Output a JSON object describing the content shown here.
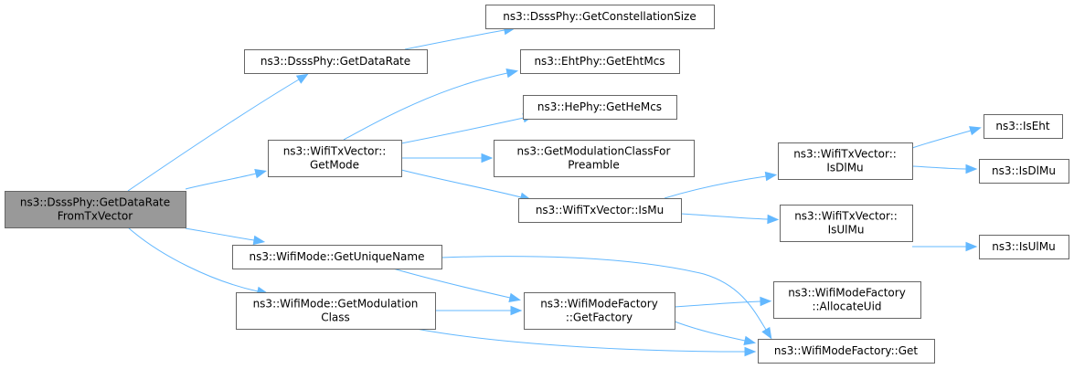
{
  "nodes": [
    {
      "id": "root",
      "lines": [
        "ns3::DsssPhy::GetDataRate",
        "FromTxVector"
      ],
      "root": true
    },
    {
      "id": "getdatarate",
      "lines": [
        "ns3::DsssPhy::GetDataRate"
      ]
    },
    {
      "id": "constsize",
      "lines": [
        "ns3::DsssPhy::GetConstellationSize"
      ]
    },
    {
      "id": "getmode",
      "lines": [
        "ns3::WifiTxVector::",
        "GetMode"
      ]
    },
    {
      "id": "ehtmcs",
      "lines": [
        "ns3::EhtPhy::GetEhtMcs"
      ]
    },
    {
      "id": "hemcs",
      "lines": [
        "ns3::HePhy::GetHeMcs"
      ]
    },
    {
      "id": "modclass",
      "lines": [
        "ns3::GetModulationClassFor",
        "Preamble"
      ]
    },
    {
      "id": "ismu",
      "lines": [
        "ns3::WifiTxVector::IsMu"
      ]
    },
    {
      "id": "isdlmu",
      "lines": [
        "ns3::WifiTxVector::",
        "IsDlMu"
      ]
    },
    {
      "id": "isulmu",
      "lines": [
        "ns3::WifiTxVector::",
        "IsUlMu"
      ]
    },
    {
      "id": "iseht",
      "lines": [
        "ns3::IsEht"
      ]
    },
    {
      "id": "isdlmu2",
      "lines": [
        "ns3::IsDlMu"
      ]
    },
    {
      "id": "isulmu2",
      "lines": [
        "ns3::IsUlMu"
      ]
    },
    {
      "id": "uniquename",
      "lines": [
        "ns3::WifiMode::GetUniqueName"
      ]
    },
    {
      "id": "getmodclass",
      "lines": [
        "ns3::WifiMode::GetModulation",
        "Class"
      ]
    },
    {
      "id": "getfactory",
      "lines": [
        "ns3::WifiModeFactory",
        "::GetFactory"
      ]
    },
    {
      "id": "allocuid",
      "lines": [
        "ns3::WifiModeFactory",
        "::AllocateUid"
      ]
    },
    {
      "id": "get",
      "lines": [
        "ns3::WifiModeFactory::Get"
      ]
    }
  ],
  "edges": [
    {
      "from": "root",
      "to": "getdatarate"
    },
    {
      "from": "getdatarate",
      "to": "constsize"
    },
    {
      "from": "root",
      "to": "getmode"
    },
    {
      "from": "getmode",
      "to": "ehtmcs"
    },
    {
      "from": "getmode",
      "to": "hemcs"
    },
    {
      "from": "getmode",
      "to": "modclass"
    },
    {
      "from": "getmode",
      "to": "ismu"
    },
    {
      "from": "ismu",
      "to": "isdlmu"
    },
    {
      "from": "ismu",
      "to": "isulmu"
    },
    {
      "from": "isdlmu",
      "to": "iseht"
    },
    {
      "from": "isdlmu",
      "to": "isdlmu2"
    },
    {
      "from": "isulmu",
      "to": "isulmu2"
    },
    {
      "from": "root",
      "to": "uniquename"
    },
    {
      "from": "root",
      "to": "getmodclass"
    },
    {
      "from": "uniquename",
      "to": "getfactory"
    },
    {
      "from": "uniquename",
      "to": "get"
    },
    {
      "from": "getmodclass",
      "to": "getfactory"
    },
    {
      "from": "getmodclass",
      "to": "get"
    },
    {
      "from": "getfactory",
      "to": "allocuid"
    },
    {
      "from": "getfactory",
      "to": "get"
    }
  ],
  "colors": {
    "edge": "#63b8ff",
    "node_border": "#666666",
    "node_fill": "#ffffff",
    "root_fill": "#999999"
  }
}
